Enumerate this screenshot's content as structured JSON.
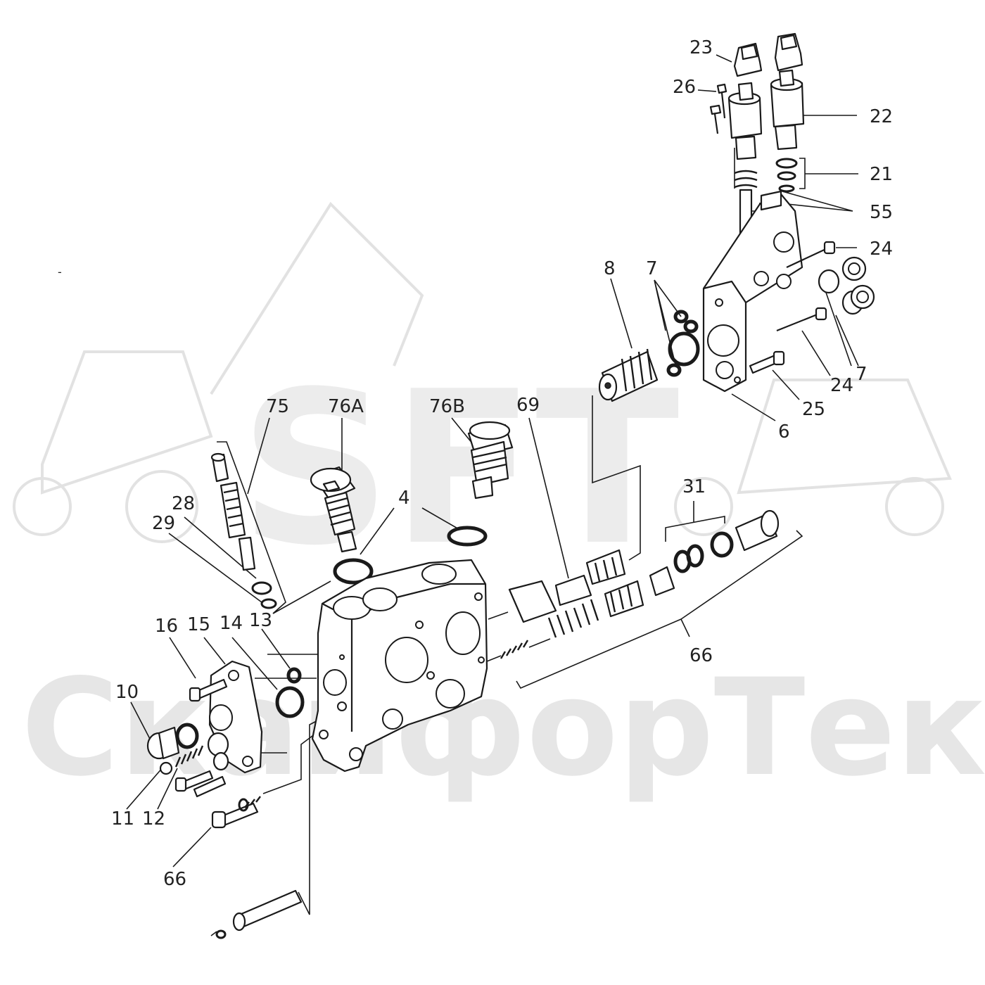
{
  "watermark": {
    "latin": "SFT",
    "cyrillic": "СкайфорТек"
  },
  "callouts": [
    {
      "id": "23",
      "text": "23"
    },
    {
      "id": "26",
      "text": "26"
    },
    {
      "id": "22",
      "text": "22"
    },
    {
      "id": "21",
      "text": "21"
    },
    {
      "id": "55",
      "text": "55"
    },
    {
      "id": "24a",
      "text": "24"
    },
    {
      "id": "8",
      "text": "8"
    },
    {
      "id": "7a",
      "text": "7"
    },
    {
      "id": "24b",
      "text": "24"
    },
    {
      "id": "7b",
      "text": "7"
    },
    {
      "id": "25",
      "text": "25"
    },
    {
      "id": "6",
      "text": "6"
    },
    {
      "id": "75",
      "text": "75"
    },
    {
      "id": "76A",
      "text": "76A"
    },
    {
      "id": "76B",
      "text": "76B"
    },
    {
      "id": "69",
      "text": "69"
    },
    {
      "id": "28",
      "text": "28"
    },
    {
      "id": "29",
      "text": "29"
    },
    {
      "id": "4",
      "text": "4"
    },
    {
      "id": "31",
      "text": "31"
    },
    {
      "id": "66a",
      "text": "66"
    },
    {
      "id": "16",
      "text": "16"
    },
    {
      "id": "15",
      "text": "15"
    },
    {
      "id": "14",
      "text": "14"
    },
    {
      "id": "13",
      "text": "13"
    },
    {
      "id": "10",
      "text": "10"
    },
    {
      "id": "11",
      "text": "11"
    },
    {
      "id": "12",
      "text": "12"
    },
    {
      "id": "66b",
      "text": "66"
    }
  ],
  "stray_mark": "-"
}
